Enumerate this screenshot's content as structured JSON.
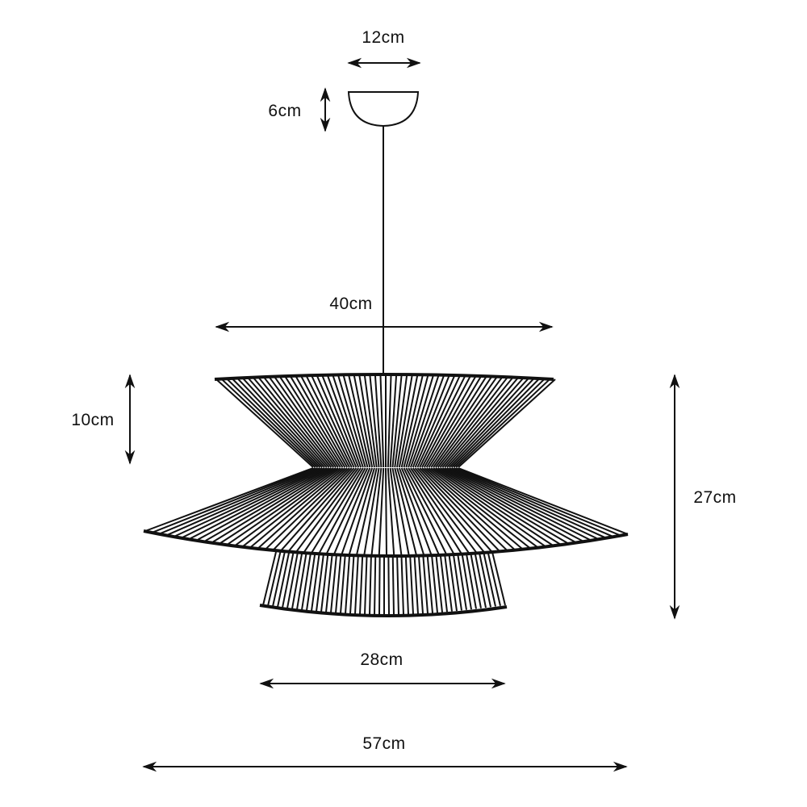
{
  "dimensions": {
    "canopy_width": "12cm",
    "canopy_height": "6cm",
    "top_shade_width": "40cm",
    "top_shade_height": "10cm",
    "total_height": "27cm",
    "bottom_shade_width": "28cm",
    "total_width": "57cm"
  },
  "colors": {
    "line": "#111111",
    "background": "#ffffff"
  }
}
